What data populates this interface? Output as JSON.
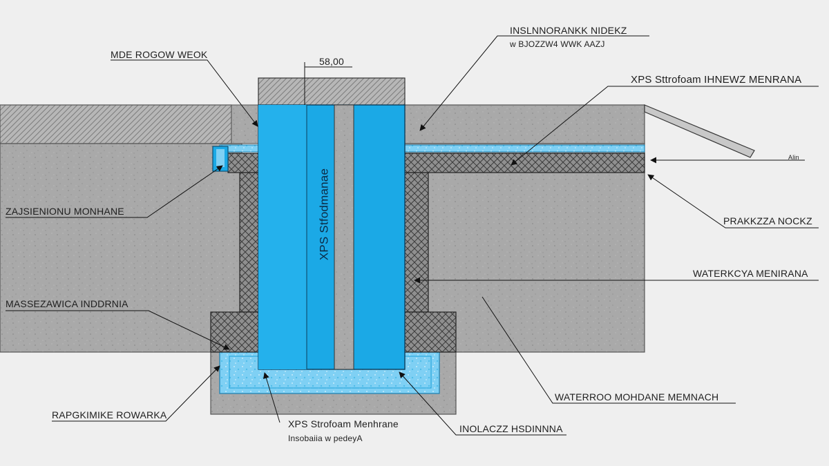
{
  "diagram": {
    "dimension_value": "58,00",
    "vertical_label": "XPS Stfodmanae",
    "side_note": "Alin",
    "labels": {
      "top_left": "MDE ROGOW WEOK",
      "top_right_title": "INSLNNORANKK NIDEKZ",
      "top_right_sub": "w BJOZZW4 WWK AAZJ",
      "xps_right": "XPS Sttrofoam IHNEWZ MENRANA",
      "left_mid": "ZAJSIENIONU MONHANE",
      "right_mid": "PRAKKZZA NOCKZ",
      "left_low": "MASSEZAWICA INDDRNIA",
      "right_low": "WATERKCYA MENIRANA",
      "bottom_left": "RAPGKIMIKE ROWARKA",
      "bottom_center_title": "XPS Strofoam Menhrane",
      "bottom_center_sub": "Insobaiia w pedeyA",
      "bottom_center_right": "INOLACZZ HSDINNNA",
      "bottom_right": "WATERROO MOHDANE MEMNACH"
    }
  },
  "colors": {
    "concrete": "#a9a9a9",
    "xps_blue": "#1ba9e6",
    "membrane_light": "#7fd0f4",
    "hatch": "#6e6e6e",
    "line": "#111111"
  }
}
